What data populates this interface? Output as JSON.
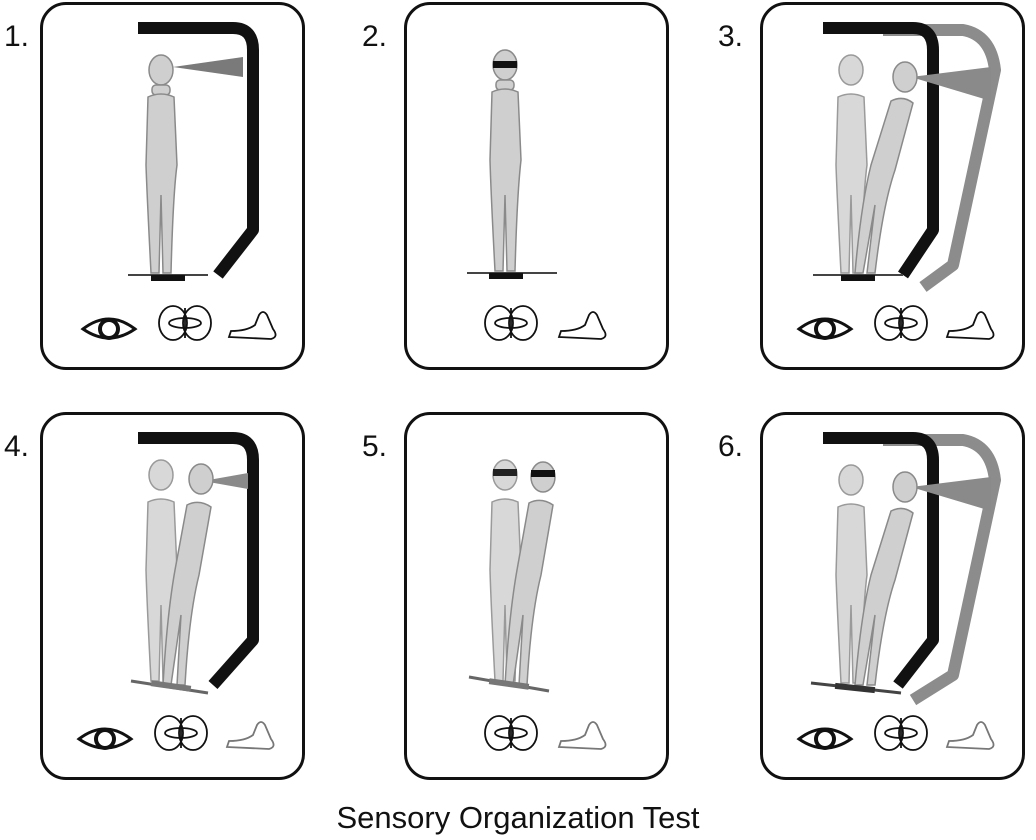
{
  "caption": "Sensory Organization Test",
  "conditions": [
    {
      "number": "1.",
      "icons": [
        "eye-icon",
        "vestibular-icon",
        "foot-icon"
      ]
    },
    {
      "number": "2.",
      "icons": [
        "vestibular-icon",
        "foot-icon"
      ]
    },
    {
      "number": "3.",
      "icons": [
        "eye-icon",
        "vestibular-icon",
        "foot-icon"
      ]
    },
    {
      "number": "4.",
      "icons": [
        "eye-icon",
        "vestibular-icon",
        "foot-icon"
      ]
    },
    {
      "number": "5.",
      "icons": [
        "vestibular-icon",
        "foot-icon"
      ]
    },
    {
      "number": "6.",
      "icons": [
        "eye-icon",
        "vestibular-icon",
        "foot-icon"
      ]
    }
  ]
}
